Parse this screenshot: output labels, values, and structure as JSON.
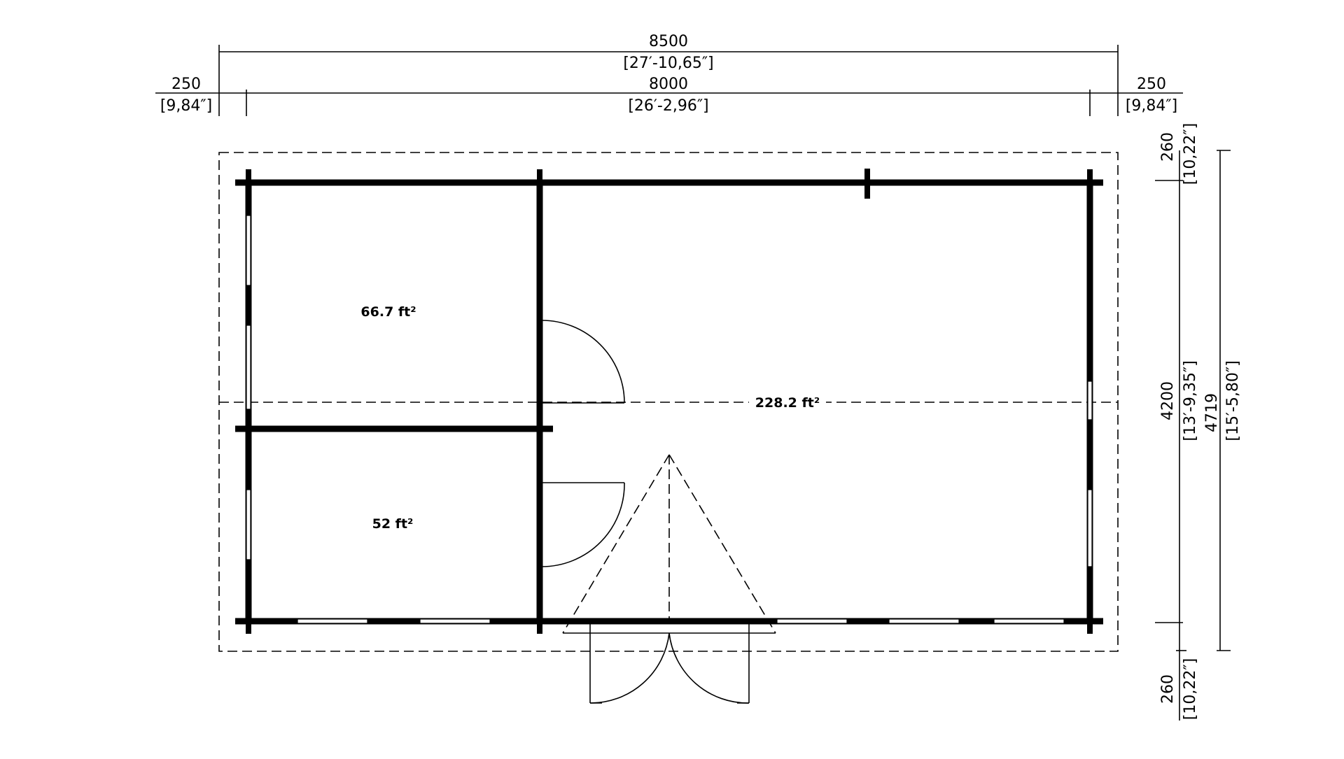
{
  "dimensions": {
    "overall_width_mm": "8500",
    "overall_width_imperial": "[27′-10,65″]",
    "inner_width_mm": "8000",
    "inner_width_imperial": "[26′-2,96″]",
    "left_overhang_mm": "250",
    "left_overhang_imperial": "[9,84″]",
    "right_overhang_mm": "250",
    "right_overhang_imperial": "[9,84″]",
    "top_overhang_mm": "260",
    "top_overhang_imperial": "[10,22″]",
    "depth_mm": "4200",
    "depth_imperial": "[13′-9,35″]",
    "overall_depth_mm": "4719",
    "overall_depth_imperial": "[15′-5,80″]",
    "bottom_overhang_mm": "260",
    "bottom_overhang_imperial": "[10,22″]"
  },
  "rooms": {
    "room_top_left_area": "66.7 ft²",
    "room_bottom_left_area": "52 ft²",
    "main_room_area": "228.2 ft²"
  }
}
